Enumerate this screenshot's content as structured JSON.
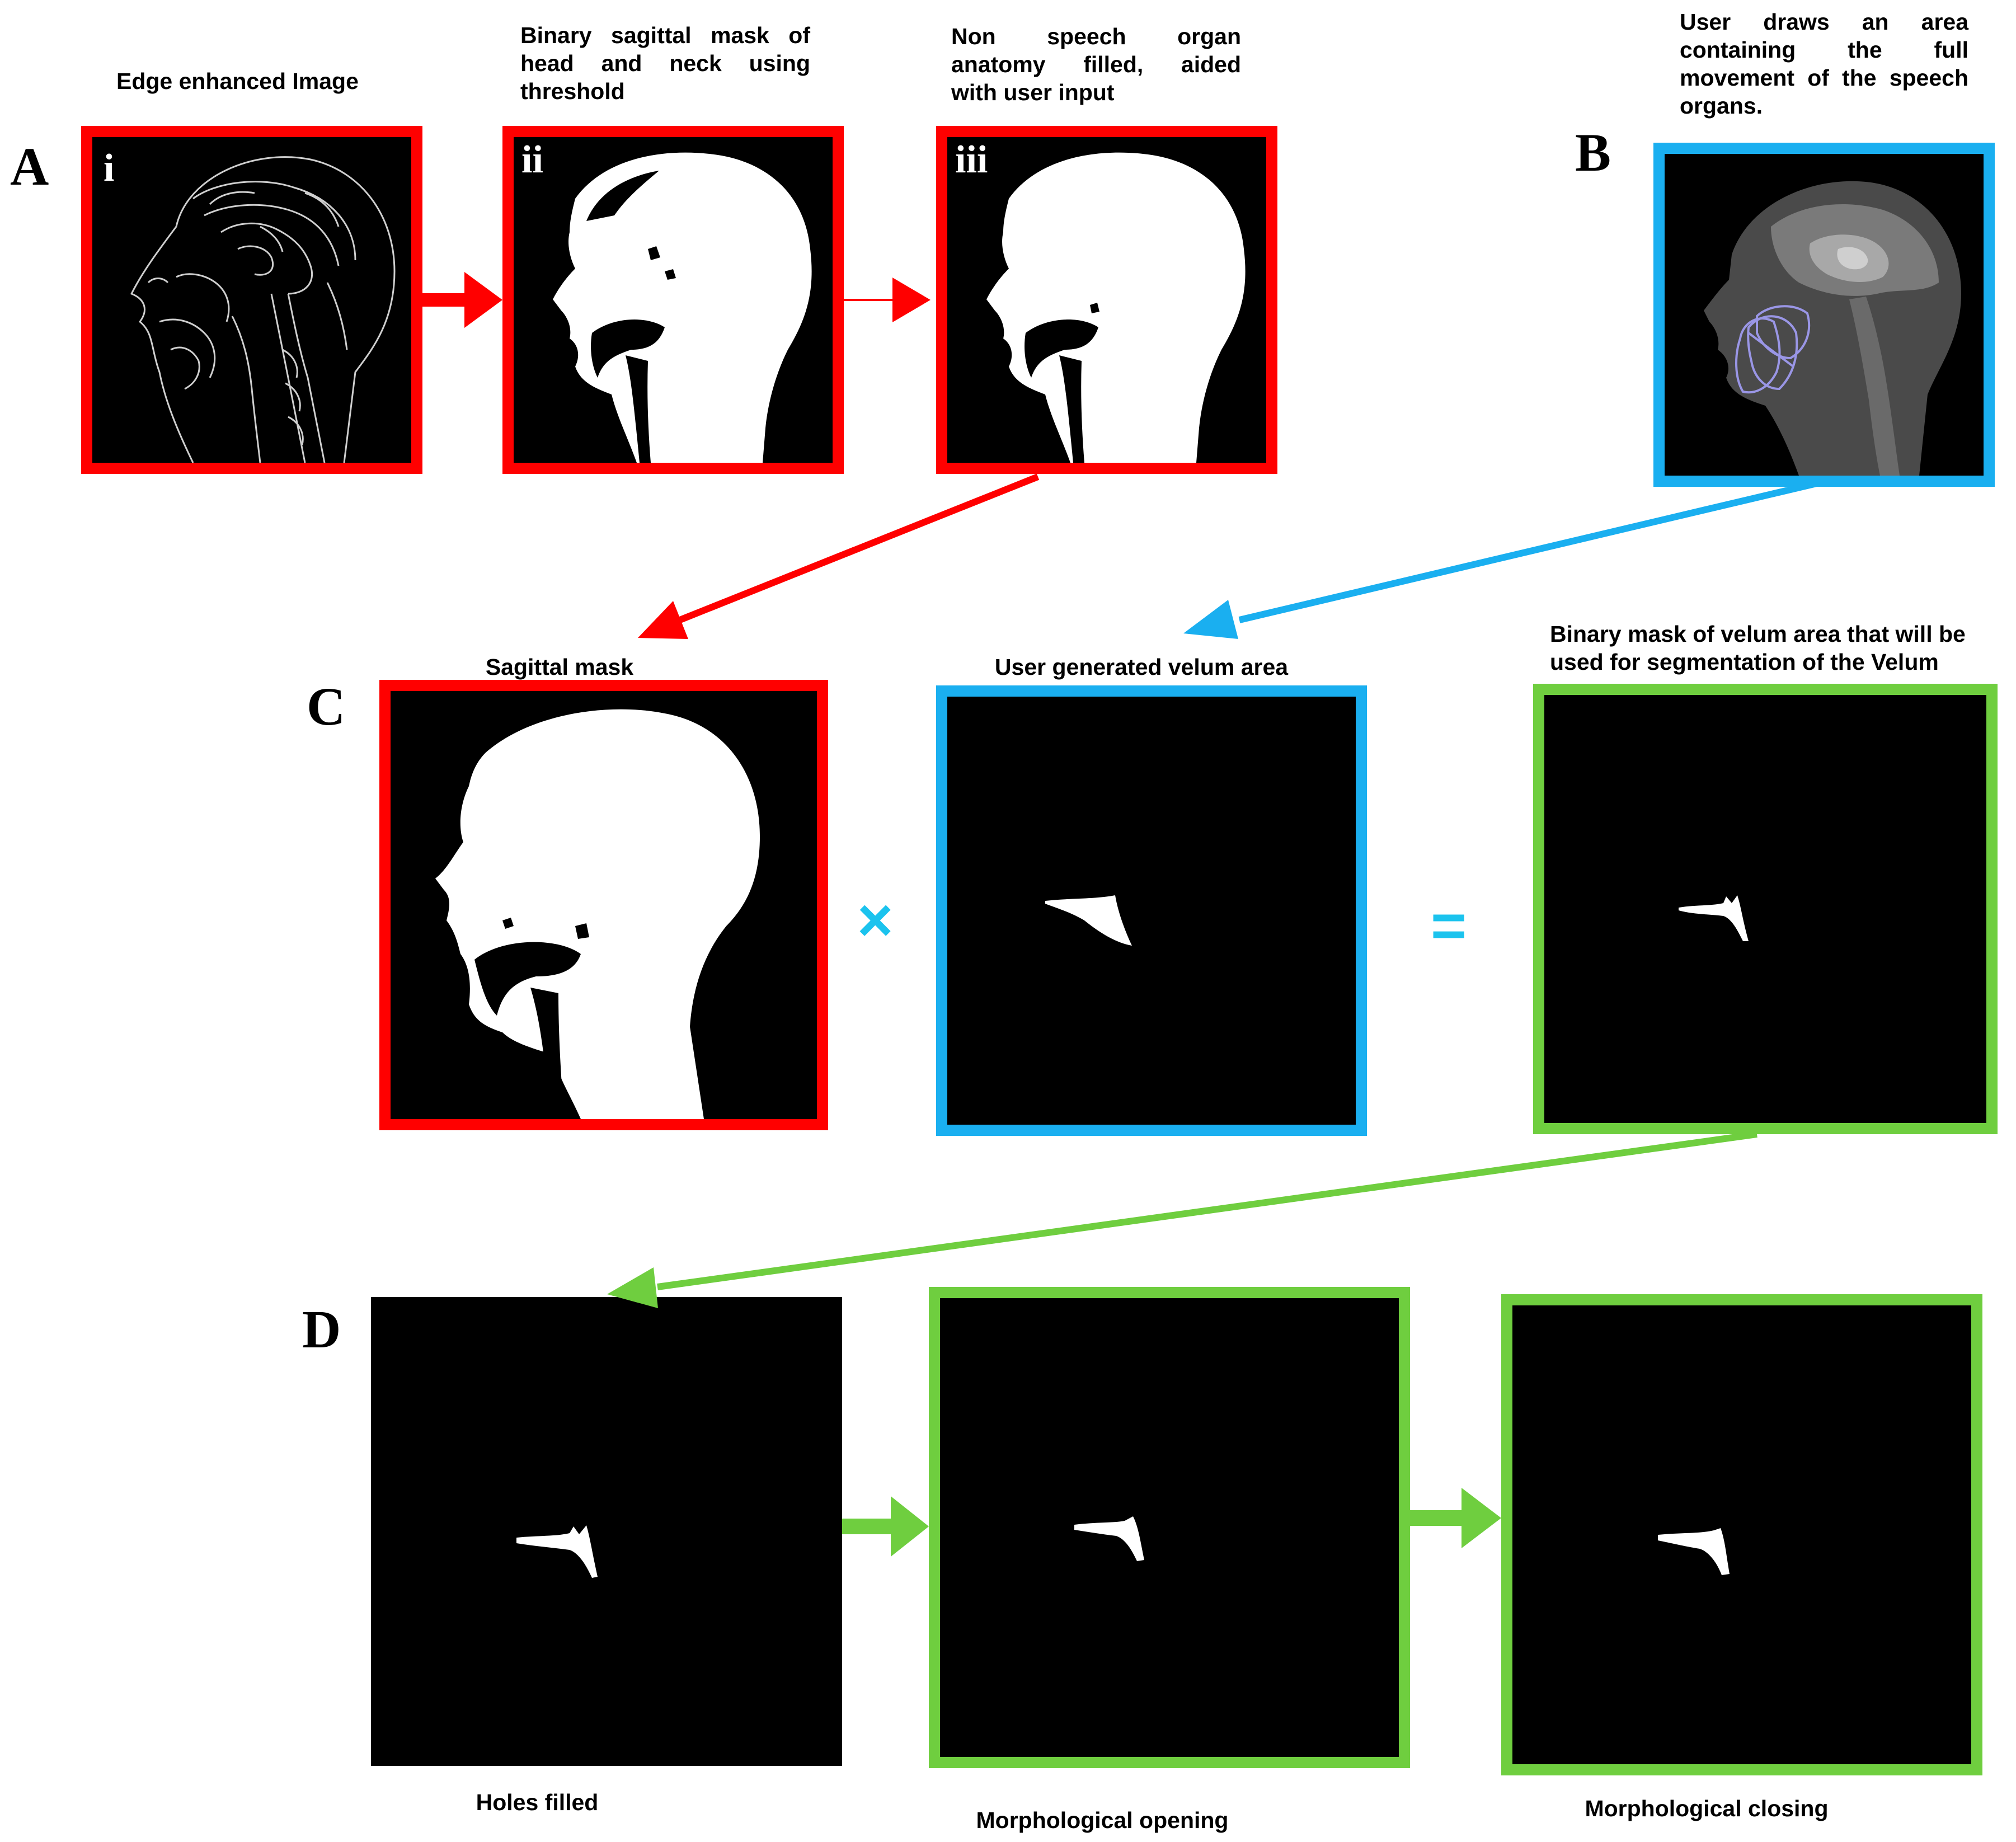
{
  "sections": {
    "A": "A",
    "B": "B",
    "C": "C",
    "D": "D"
  },
  "panel_numerals": {
    "i": "i",
    "ii": "ii",
    "iii": "iii"
  },
  "captions": {
    "a_i": "Edge enhanced Image",
    "a_ii_lines": [
      "Binary sagittal mask of",
      "head and neck using",
      "threshold"
    ],
    "a_iii_lines": [
      "Non speech organ",
      "anatomy filled, aided",
      "with user input"
    ],
    "b_lines": [
      "User draws an area",
      "containing the full",
      "movement of the speech",
      "organs."
    ],
    "c_sagittal": "Sagittal mask",
    "c_velum_area": "User generated velum area",
    "c_binary_lines": [
      "Binary mask of velum area that will be",
      "used for segmentation of the Velum"
    ],
    "d_holes": "Holes filled",
    "d_opening": "Morphological opening",
    "d_closing": "Morphological closing"
  },
  "operators": {
    "multiply": "×",
    "equals": "="
  },
  "colors": {
    "red": "#ff0000",
    "blue": "#1aaff0",
    "green": "#6fce3f",
    "operator": "#1bc3ee",
    "roi": "#9a96e6"
  },
  "icons": {
    "arrow": "arrow-icon"
  }
}
